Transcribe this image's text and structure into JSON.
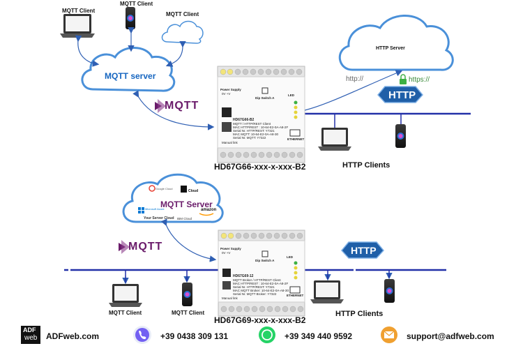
{
  "top": {
    "mqtt_client_left": "MQTT Client",
    "mqtt_client_center": "MQTT Client",
    "mqtt_client_right": "MQTT Client",
    "mqtt_server": "MQTT server",
    "http_server": "HTTP Server",
    "http_url": "http://",
    "https_url": "https://",
    "http_badge": "HTTP",
    "mqtt_logo": "MQTT",
    "device_name": "HD67G66-xxx-x-xxx-B2",
    "http_clients": "HTTP Clients",
    "device": {
      "power_supply": "Power Supply",
      "voltage": "0V   +V",
      "dip_switch": "Dip Switch A",
      "led": "LED",
      "model": "HD67G66-B2",
      "desc": "MQTT / HTTP/REST Client",
      "mac_http": "MAC HTTP/REST : 10-64-E2-0A-A8-2F",
      "serial_http": "Serial Nr. HTTP/REST: Y7321",
      "mac_mqtt": "MAC MQTT: 10-64-E2-0A-A8-30",
      "serial_mqtt": "Serial Nr. MQTT: Y7322",
      "ethernet": "ETHERNET",
      "manual": "Manual link"
    }
  },
  "bottom": {
    "mqtt_server": "MQTT Server",
    "google_cloud": "Google Cloud",
    "adfweb_cloud": "Cloud",
    "microsoft_azure": "Microsoft Azure",
    "your_server_cloud": "Your Server Cloud",
    "ibm_cloud": "IBM Cloud",
    "amazon": "amazon",
    "mqtt_logo": "MQTT",
    "http_badge": "HTTP",
    "mqtt_client_1": "MQTT Client",
    "mqtt_client_2": "MQTT Client",
    "device_name": "HD67G69-xxx-x-xxx-B2",
    "http_clients": "HTTP Clients",
    "device": {
      "power_supply": "Power Supply",
      "voltage": "0V   +V",
      "dip_switch": "Dip Switch A",
      "led": "LED",
      "model": "HD67G69-12",
      "desc": "MQTT Broker / HTTP/REST Client",
      "mac_http": "MAC HTTP/REST : 10-64-E2-0A-A8-2F",
      "serial_http": "Serial Nr. HTTP/REST: Y7321",
      "mac_mqtt": "MAC MQTT Broker: 10-64-E2-0A-A8-30",
      "serial_mqtt": "Serial Nr. MQTT Broker: Y7322",
      "ethernet": "ETHERNET",
      "manual": "Manual link"
    }
  },
  "footer": {
    "logo_top": "ADF",
    "logo_bottom": "web",
    "website": "ADFweb.com",
    "phone": "+39 0438 309 131",
    "whatsapp": "+39 349 440 9592",
    "email": "support@adfweb.com"
  },
  "colors": {
    "arrow": "#2f5fb3",
    "cloud_stroke": "#4a90d9",
    "line": "#2230a8",
    "http_badge": "#1f5fa8",
    "mqtt_purple": "#6a1b6a",
    "led_green": "#3cb043",
    "led_yellow": "#e5d43a",
    "viber": "#7360f2",
    "whatsapp": "#25d366",
    "email": "#f0a030"
  }
}
